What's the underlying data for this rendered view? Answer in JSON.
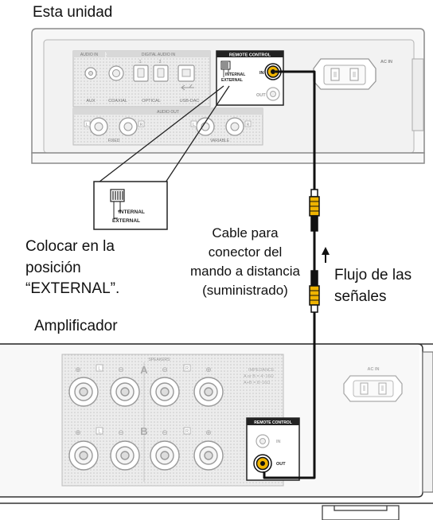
{
  "labels": {
    "unit_title": "Esta unidad",
    "amp_title": "Amplificador",
    "instruction": [
      "Colocar en la",
      "posición",
      "“EXTERNAL”."
    ],
    "cable": [
      "Cable para",
      "conector del",
      "mando a distancia",
      "(suministrado)"
    ],
    "signal_flow": [
      "Flujo de las",
      "señales"
    ]
  },
  "unit_panel": {
    "audio_in": "AUDIO IN",
    "digital_audio_in": "DIGITAL AUDIO IN",
    "digital_nums": [
      "1",
      "2"
    ],
    "inputs": [
      "AUX",
      "COAXIAL",
      "OPTICAL",
      "USB-DAC"
    ],
    "remote_control": "REMOTE CONTROL",
    "jack_in": "IN",
    "jack_out": "OUT",
    "switch_internal": "INTERNAL",
    "switch_external": "EXTERNAL",
    "audio_out": "AUDIO OUT",
    "fixed": "FIXED",
    "variable": "VARIABLE",
    "ac_in": "AC IN",
    "channel_l": "L",
    "channel_r": "R"
  },
  "callout": {
    "internal": "INTERNAL",
    "external": "EXTERNAL"
  },
  "amp_panel": {
    "speakers": "SPEAKERS",
    "group_a": "A",
    "group_b": "B",
    "impedance": [
      "IMPEDANCE",
      "A or B = 4~16Ω",
      "A+B = 8~16Ω"
    ],
    "remote_control": "REMOTE CONTROL",
    "jack_in": "IN",
    "jack_out": "OUT",
    "ac_in": "AC IN",
    "channel_l": "L",
    "channel_r": "R",
    "plus": "⊕",
    "minus": "⊖"
  },
  "colors": {
    "panel_fill": "#f5f5f5",
    "panel_stroke": "#8a8a8a",
    "cable": "#111111",
    "connector": "#f0b400"
  }
}
